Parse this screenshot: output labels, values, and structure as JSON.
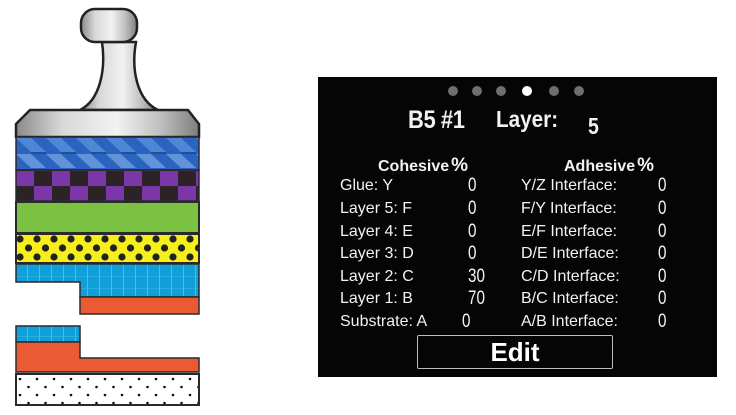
{
  "diagram": {
    "description": "Cross-section of a pull-off test stack: dolly (pawn-shaped stud) on top of layered coating; failure shown at Layer 1/Layer 2",
    "layers_top_to_bottom": [
      {
        "name": "dolly",
        "pattern": "metallic-silver",
        "color": "#b9b9b9"
      },
      {
        "name": "glue-Y",
        "pattern": "blue-chevron",
        "color": "#2a66c4"
      },
      {
        "name": "layer-5-F",
        "pattern": "purple-black-checker",
        "color": "#7b36a8"
      },
      {
        "name": "layer-4-E",
        "pattern": "solid-green",
        "color": "#7cc242"
      },
      {
        "name": "layer-3-D",
        "pattern": "yellow-black-dots",
        "color": "#f7ef1c"
      },
      {
        "name": "layer-2-C",
        "pattern": "cyan-grid",
        "color": "#0fa0dc"
      },
      {
        "name": "layer-1-B",
        "pattern": "solid-orange",
        "color": "#ea5a33"
      },
      {
        "name": "substrate-A",
        "pattern": "white-black-dots",
        "color": "#ffffff"
      }
    ]
  },
  "screen": {
    "page_dots": {
      "count": 6,
      "active_index": 3
    },
    "title": {
      "id": "B5 #1",
      "layer_label": "Layer:",
      "layer_value": "5"
    },
    "cohesive": {
      "header": "Cohesive",
      "pct_symbol": "%",
      "rows": [
        {
          "label": "Glue: Y",
          "value": "0"
        },
        {
          "label": "Layer 5: F",
          "value": "0"
        },
        {
          "label": "Layer 4: E",
          "value": "0"
        },
        {
          "label": "Layer 3: D",
          "value": "0"
        },
        {
          "label": "Layer 2: C",
          "value": "30"
        },
        {
          "label": "Layer 1: B",
          "value": "70"
        },
        {
          "label": "Substrate: A",
          "value": "0"
        }
      ]
    },
    "adhesive": {
      "header": "Adhesive",
      "pct_symbol": "%",
      "rows": [
        {
          "label": "Y/Z Interface:",
          "value": "0"
        },
        {
          "label": "F/Y Interface:",
          "value": "0"
        },
        {
          "label": "E/F Interface:",
          "value": "0"
        },
        {
          "label": "D/E Interface:",
          "value": "0"
        },
        {
          "label": "C/D Interface:",
          "value": "0"
        },
        {
          "label": "B/C Interface:",
          "value": "0"
        },
        {
          "label": "A/B Interface:",
          "value": "0"
        }
      ]
    },
    "edit_button": "Edit",
    "colors": {
      "background": "#050505",
      "text": "#f2f2f2",
      "dot_inactive": "#6e6e6e",
      "dot_active": "#ffffff"
    }
  }
}
